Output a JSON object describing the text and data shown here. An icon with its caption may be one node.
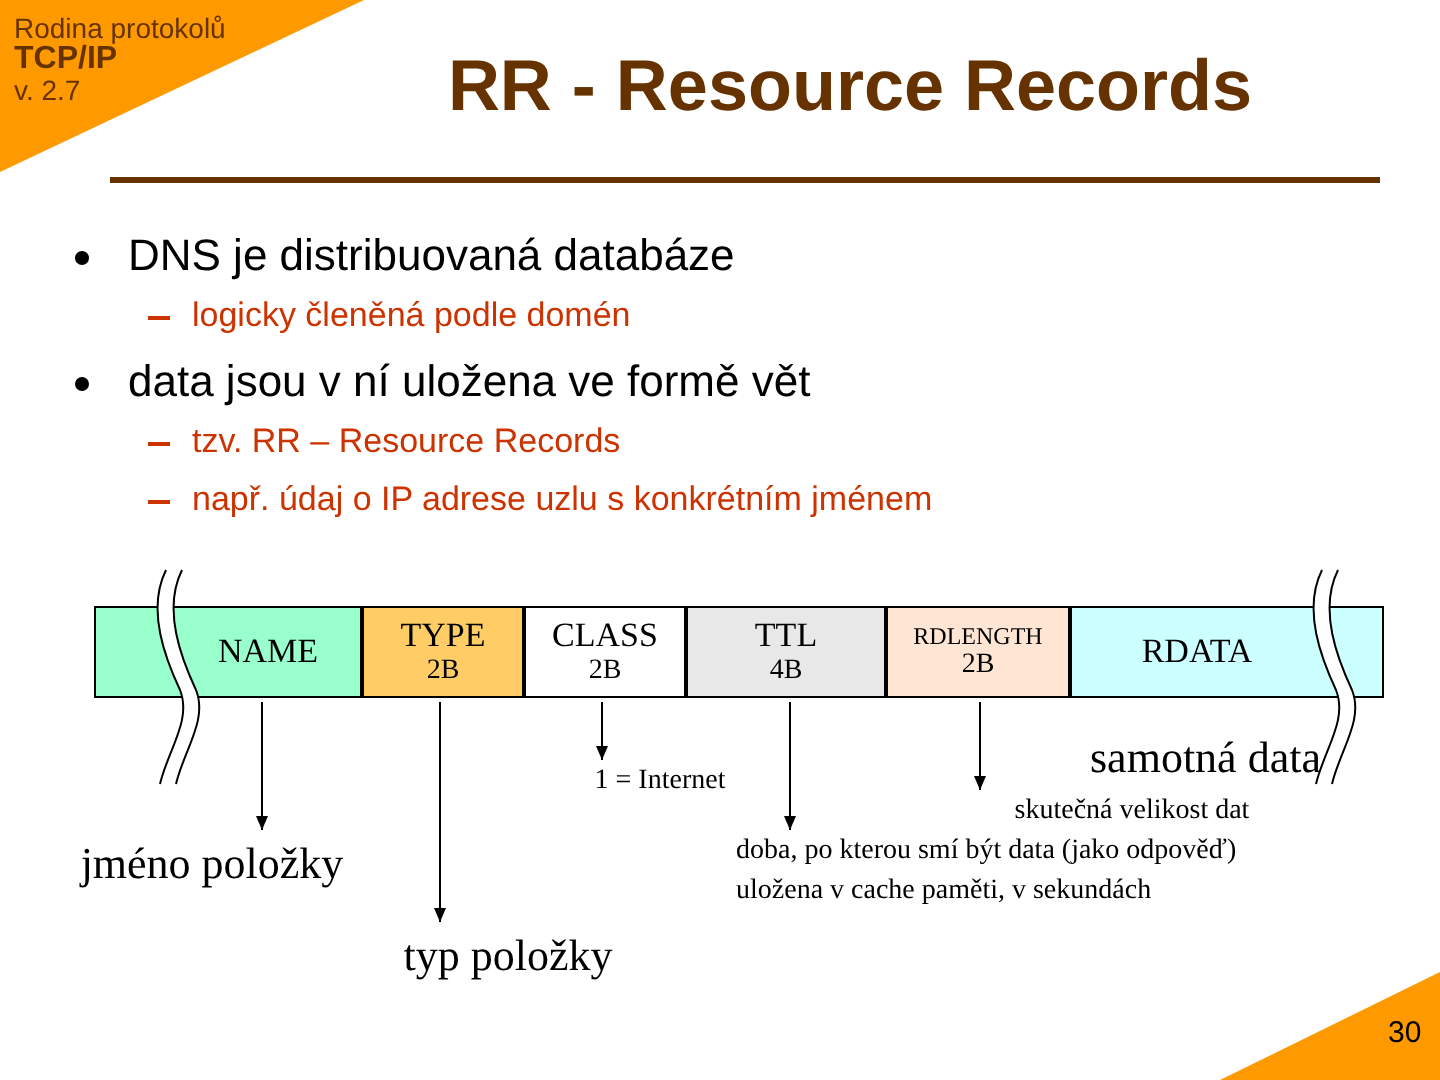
{
  "diagram": {
    "title": "RR - Resource Records",
    "nodes": [
      {
        "text": [
          "NAME"
        ]
      },
      {
        "text": [
          "TYPE",
          "2B"
        ]
      },
      {
        "text": [
          "CLASS",
          "2B"
        ]
      },
      {
        "text": [
          "TTL",
          "4B"
        ]
      },
      {
        "text": [
          "RDLENGTH",
          "2B"
        ]
      },
      {
        "text": [
          "RDATA"
        ]
      },
      {
        "text": [
          "jméno položky"
        ]
      },
      {
        "text": [
          "typ položky"
        ]
      },
      {
        "text": [
          "1 = Internet"
        ]
      },
      {
        "text": [
          "doba, po kterou smí být data (jako odpověď)  uložena v cache paměti, v sekundách"
        ]
      },
      {
        "text": [
          "skutečná velikost dat"
        ]
      }
    ],
    "edges": [
      {
        "from": 0,
        "to": 6,
        "arrow": "to"
      },
      {
        "from": 1,
        "to": 7,
        "arrow": "to"
      },
      {
        "from": 2,
        "to": 8,
        "arrow": "to"
      },
      {
        "from": 3,
        "to": 9,
        "arrow": "to"
      },
      {
        "from": 4,
        "to": 10,
        "arrow": "to"
      }
    ],
    "labels": [
      "Rodina protokolů",
      "TCP/IP",
      "v. 2.7",
      "DNS je distribuovaná databáze",
      "logicky členěná podle domén",
      "data jsou v ní uložena ve formě vět",
      "tzv. RR – Resource Records",
      "např. údaj o IP adrese uzlu s konkrétním jménem",
      "samotná data",
      "30"
    ]
  }
}
